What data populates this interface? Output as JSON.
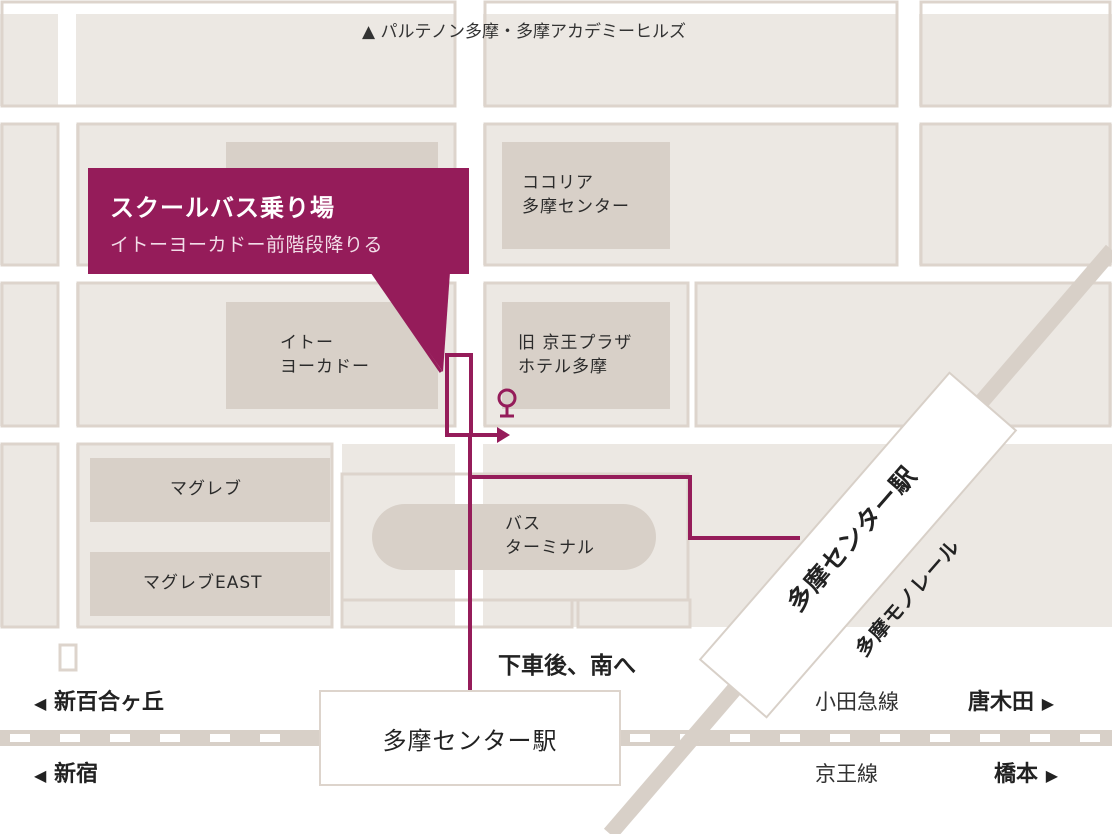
{
  "map": {
    "top_landmark": "▲ パルテノン多摩・多摩アカデミーヒルズ",
    "callout": {
      "title": "スクールバス乗り場",
      "subtitle": "イトーヨーカドー前階段降りる"
    },
    "buildings": {
      "cocoria_line1": "ココリア",
      "cocoria_line2": "多摩センター",
      "itoyokado_line1": "イトー",
      "itoyokado_line2": "ヨーカドー",
      "keio_plaza_line1": "旧 京王プラザ",
      "keio_plaza_line2": "ホテル多摩",
      "magreb": "マグレブ",
      "magreb_east": "マグレブEAST",
      "bus_terminal_line1": "バス",
      "bus_terminal_line2": "ターミナル"
    },
    "station_box": "多摩センター駅",
    "get_off_instruction": "下車後、南へ",
    "monorail_station": "多摩センター駅",
    "monorail_line": "多摩モノレール",
    "odakyu": {
      "west": "新百合ヶ丘",
      "line": "小田急線",
      "east": "唐木田"
    },
    "keio": {
      "west": "新宿",
      "line": "京王線",
      "east": "橋本"
    },
    "glyphs": {
      "left_arrow": "◀",
      "right_arrow": "▶"
    },
    "colors": {
      "accent": "#951c5a",
      "road": "#ffffff",
      "building": "#d8d0c8",
      "background": "#ece8e3"
    },
    "icons": {
      "bus_stop": "bus-stop-pin-icon"
    }
  }
}
